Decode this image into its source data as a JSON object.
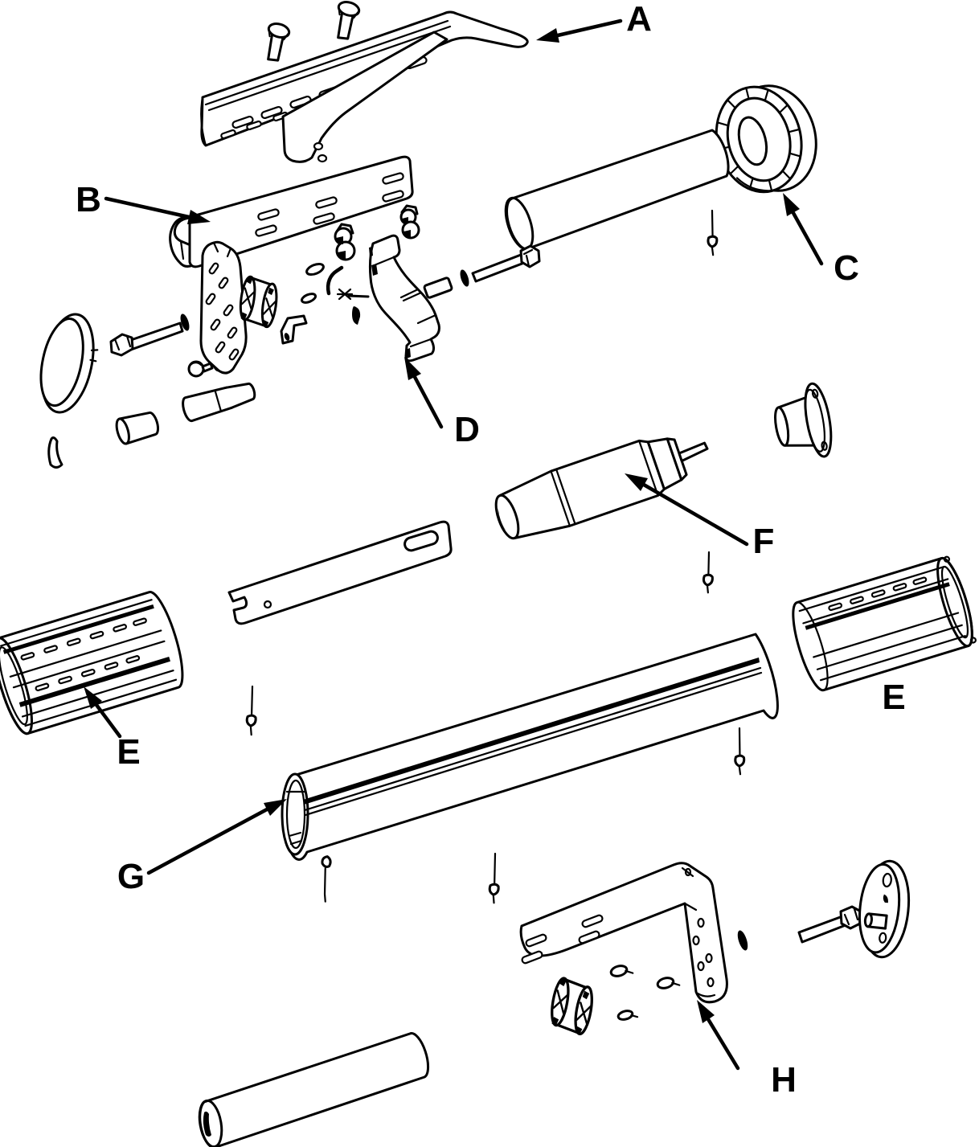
{
  "figure": {
    "background_color": "#ffffff",
    "line_color": "#000000"
  },
  "callouts": {
    "a": "A",
    "b": "B",
    "c": "C",
    "d": "D",
    "e_left": "E",
    "e_right": "E",
    "f": "F",
    "g": "G",
    "h": "H"
  }
}
